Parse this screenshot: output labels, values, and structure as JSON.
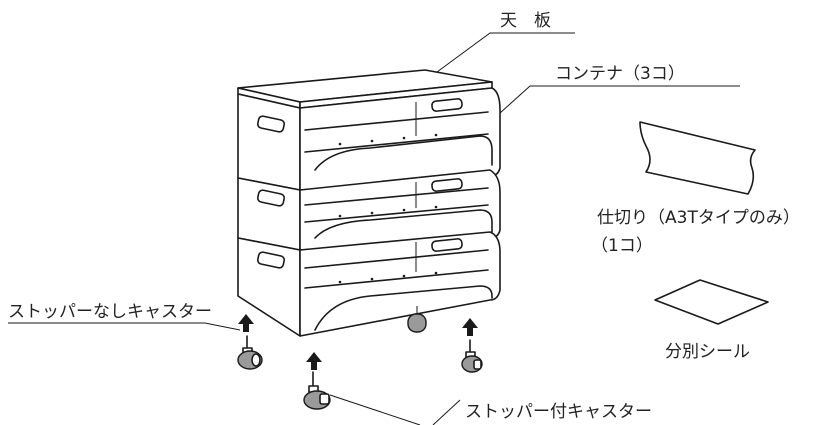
{
  "labels": {
    "top_board": "天　板",
    "container": "コンテナ（3コ）",
    "divider": "仕切り（A3Tタイプのみ）",
    "divider_count": "（1コ）",
    "sticker": "分別シール",
    "caster_no_stopper": "ストッパーなしキャスター",
    "caster_with_stopper": "ストッパー付キャスター"
  }
}
